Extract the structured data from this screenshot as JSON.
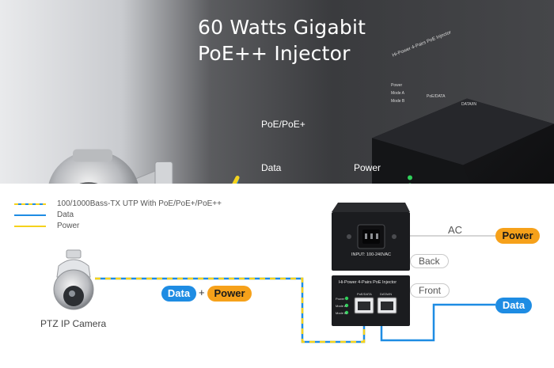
{
  "hero": {
    "title_line1": "60 Watts Gigabit",
    "title_line2": "PoE++ Injector",
    "cable_label": "PoE/PoE+",
    "legend_data": "Data",
    "legend_power": "Power",
    "device_top_label": "Hi-Power 4-Pairs PoE Injector",
    "port_left_label": "PoE/DATA",
    "port_right_label": "DATA/IN",
    "led_labels": [
      "Power",
      "Mode A",
      "Mode B"
    ]
  },
  "legend": {
    "items": [
      {
        "label": "100/1000Bass-TX UTP With PoE/PoE+/PoE++",
        "kind": "both"
      },
      {
        "label": "Data",
        "kind": "data"
      },
      {
        "label": "Power",
        "kind": "power"
      }
    ]
  },
  "camera": {
    "label": "PTZ IP Camera"
  },
  "combo": {
    "data": "Data",
    "plus": "+",
    "power": "Power"
  },
  "device": {
    "input_label": "INPUT: 100-240VAC",
    "front_top_label": "Hi-Power 4-Pairs PoE Injector",
    "port_left_label": "PoE/DATA",
    "port_right_label": "DATA/IN",
    "led_labels": [
      "Power",
      "Mode A",
      "Mode B"
    ],
    "back_label": "Back",
    "front_label": "Front"
  },
  "right": {
    "ac_label": "AC",
    "power_label": "Power",
    "data_label": "Data"
  },
  "colors": {
    "data": "#1e8ce3",
    "power": "#f5d21c",
    "power_pill": "#f6a11a",
    "led": "#2fd05a"
  },
  "icons": [
    "ptz-camera-icon",
    "rj45-port-icon",
    "ac-inlet-icon",
    "led-icon"
  ]
}
